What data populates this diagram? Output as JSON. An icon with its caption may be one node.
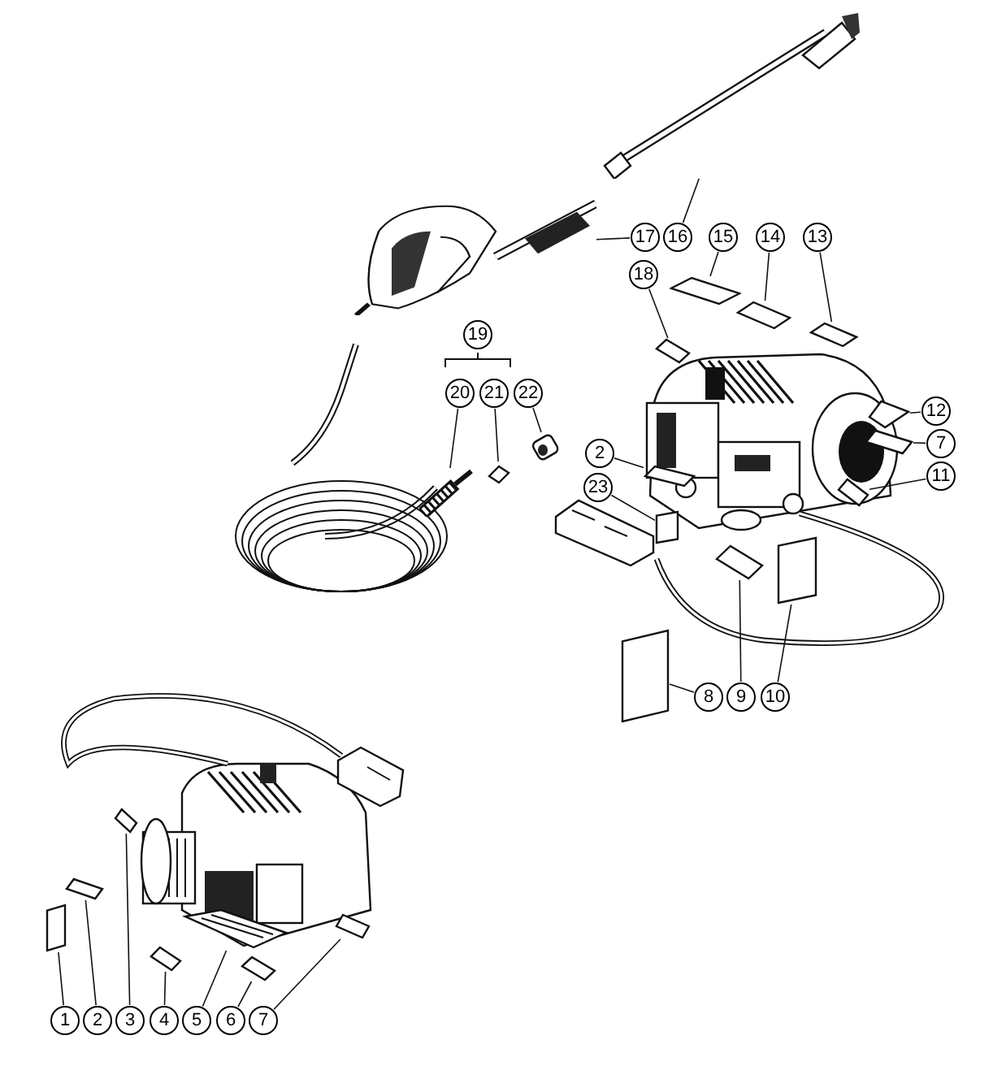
{
  "diagram": {
    "nodes": [
      {
        "text": [
          "17"
        ]
      },
      {
        "text": [
          "16"
        ]
      },
      {
        "text": [
          "15"
        ]
      },
      {
        "text": [
          "14"
        ]
      },
      {
        "text": [
          "13"
        ]
      },
      {
        "text": [
          "18"
        ]
      },
      {
        "text": [
          "19"
        ]
      },
      {
        "text": [
          "20"
        ]
      },
      {
        "text": [
          "21"
        ]
      },
      {
        "text": [
          "22"
        ]
      },
      {
        "text": [
          "12"
        ]
      },
      {
        "text": [
          "2"
        ]
      },
      {
        "text": [
          "7"
        ]
      },
      {
        "text": [
          "23"
        ]
      },
      {
        "text": [
          "11"
        ]
      },
      {
        "text": [
          "8"
        ]
      },
      {
        "text": [
          "9"
        ]
      },
      {
        "text": [
          "10"
        ]
      },
      {
        "text": [
          "1"
        ]
      },
      {
        "text": [
          "2"
        ]
      },
      {
        "text": [
          "3"
        ]
      },
      {
        "text": [
          "4"
        ]
      },
      {
        "text": [
          "5"
        ]
      },
      {
        "text": [
          "6"
        ]
      },
      {
        "text": [
          "7"
        ]
      },
      {
        "text": [],
        "shape": "picture"
      },
      {
        "text": [],
        "shape": "picture"
      },
      {
        "text": [],
        "shape": "box"
      },
      {
        "text": [],
        "shape": "box"
      },
      {
        "text": [],
        "shape": "box"
      },
      {
        "text": [],
        "shape": "box"
      },
      {
        "text": [],
        "shape": "picture"
      },
      {
        "text": [],
        "shape": "picture"
      },
      {
        "text": [],
        "shape": "picture"
      },
      {
        "text": [],
        "shape": "box"
      },
      {
        "text": [],
        "shape": "box"
      },
      {
        "text": [],
        "shape": "box"
      },
      {
        "text": [],
        "shape": "box"
      },
      {
        "text": [],
        "shape": "box"
      },
      {
        "text": [],
        "shape": "box"
      },
      {
        "text": [],
        "shape": "box"
      },
      {
        "text": [],
        "shape": "box"
      },
      {
        "text": [],
        "shape": "box"
      },
      {
        "text": [],
        "shape": "box"
      },
      {
        "text": [],
        "shape": "box"
      },
      {
        "text": [],
        "shape": "box"
      },
      {
        "text": [],
        "shape": "picture"
      },
      {
        "text": [],
        "shape": "box"
      },
      {
        "text": [],
        "shape": "box"
      }
    ],
    "edges": [
      {
        "from": 0,
        "to": 25,
        "arrow": "none"
      },
      {
        "from": 1,
        "to": 26,
        "arrow": "none"
      },
      {
        "from": 2,
        "to": 27,
        "arrow": "none"
      },
      {
        "from": 3,
        "to": 28,
        "arrow": "none"
      },
      {
        "from": 4,
        "to": 29,
        "arrow": "none"
      },
      {
        "from": 5,
        "to": 30,
        "arrow": "none"
      },
      {
        "from": 7,
        "to": 31,
        "arrow": "none"
      },
      {
        "from": 8,
        "to": 32,
        "arrow": "none"
      },
      {
        "from": 9,
        "to": 33,
        "arrow": "none"
      },
      {
        "from": 10,
        "to": 34,
        "arrow": "none"
      },
      {
        "from": 11,
        "to": 35,
        "arrow": "none"
      },
      {
        "from": 12,
        "to": 36,
        "arrow": "none"
      },
      {
        "from": 13,
        "to": 37,
        "arrow": "none"
      },
      {
        "from": 14,
        "to": 38,
        "arrow": "none"
      },
      {
        "from": 15,
        "to": 39,
        "arrow": "none"
      },
      {
        "from": 16,
        "to": 40,
        "arrow": "none"
      },
      {
        "from": 17,
        "to": 41,
        "arrow": "none"
      },
      {
        "from": 18,
        "to": 42,
        "arrow": "none"
      },
      {
        "from": 19,
        "to": 43,
        "arrow": "none"
      },
      {
        "from": 20,
        "to": 44,
        "arrow": "none"
      },
      {
        "from": 21,
        "to": 45,
        "arrow": "none"
      },
      {
        "from": 22,
        "to": 46,
        "arrow": "none"
      },
      {
        "from": 23,
        "to": 47,
        "arrow": "none"
      },
      {
        "from": 24,
        "to": 48,
        "arrow": "none"
      }
    ]
  }
}
